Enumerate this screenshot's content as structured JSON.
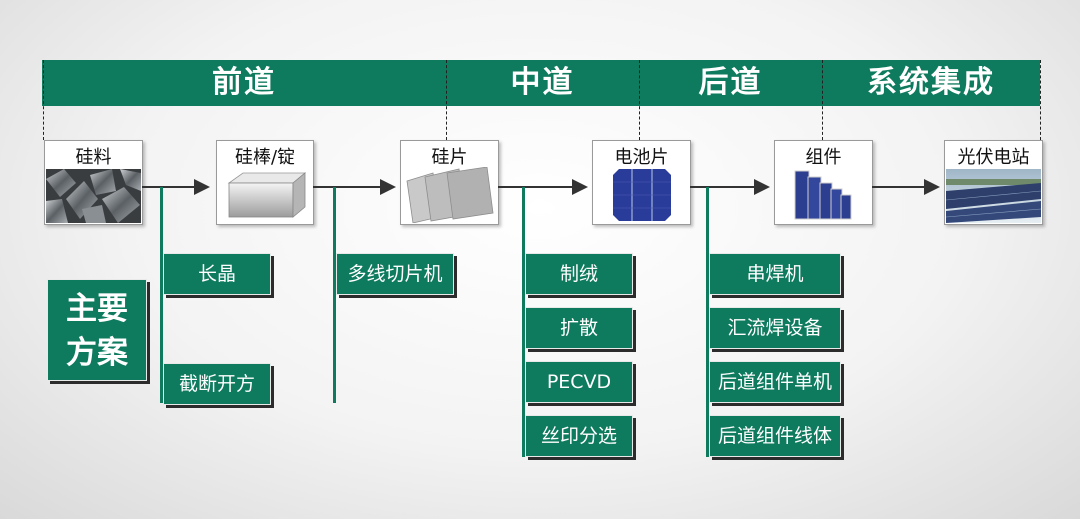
{
  "phases": {
    "front": "前道",
    "middle": "中道",
    "back": "后道",
    "system": "系统集成"
  },
  "products": {
    "silicon_material": "硅料",
    "ingot": "硅棒/锭",
    "wafer": "硅片",
    "cell": "电池片",
    "module": "组件",
    "pv_plant": "光伏电站"
  },
  "main_solutions": {
    "line1": "主要",
    "line2": "方案"
  },
  "steps": {
    "crystal_growth": "长晶",
    "cutting_squaring": "截断开方",
    "multiwire_slicing": "多线切片机",
    "texturing": "制绒",
    "diffusion": "扩散",
    "pecvd": "PECVD",
    "screen_printing": "丝印分选",
    "stringer": "串焊机",
    "busbar_welding": "汇流焊设备",
    "backend_single": "后道组件单机",
    "backend_line": "后道组件线体"
  },
  "colors": {
    "accent_green": "#0e7a5e",
    "arrow": "#333333"
  }
}
